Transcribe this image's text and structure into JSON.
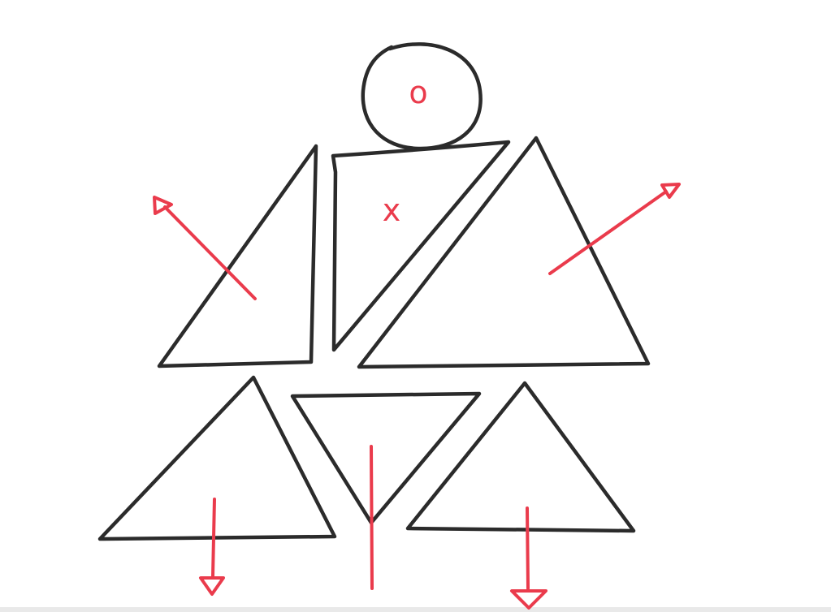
{
  "colors": {
    "black_ink": "#2b2b2b",
    "red_ink": "#ea3b4c",
    "paper": "#ffffff"
  },
  "figure": {
    "shapes": [
      {
        "kind": "circle",
        "name": "head-circle"
      },
      {
        "kind": "triangle",
        "name": "left-arm-triangle"
      },
      {
        "kind": "triangle",
        "name": "torso-triangle"
      },
      {
        "kind": "triangle",
        "name": "right-arm-triangle"
      },
      {
        "kind": "triangle",
        "name": "left-leg-triangle"
      },
      {
        "kind": "triangle",
        "name": "center-inverted-triangle"
      },
      {
        "kind": "triangle",
        "name": "right-leg-triangle"
      }
    ],
    "arrows": [
      {
        "name": "arrow-upper-left",
        "direction": "up-left"
      },
      {
        "name": "arrow-upper-right",
        "direction": "up-right"
      },
      {
        "name": "arrow-down-left",
        "direction": "down"
      },
      {
        "name": "arrow-down-right",
        "direction": "down"
      }
    ],
    "marks": {
      "head": "o",
      "torso": "x"
    }
  }
}
